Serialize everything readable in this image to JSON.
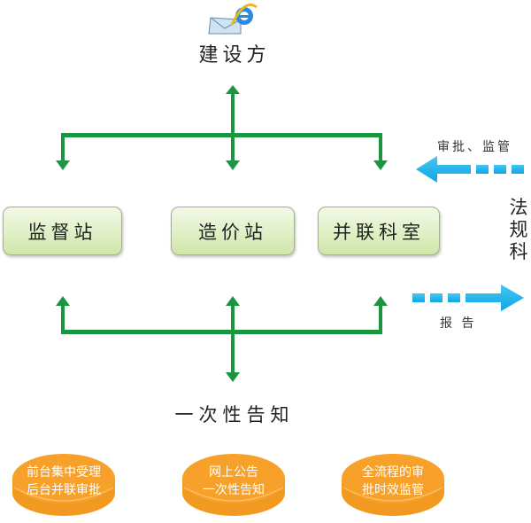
{
  "diagram": {
    "top_node": {
      "label": "建设方",
      "icon": "ie-envelope-icon"
    },
    "stations": [
      {
        "label": "监督站"
      },
      {
        "label": "造价站"
      },
      {
        "label": "并联科室"
      }
    ],
    "legal_dept": {
      "label_chars": [
        "法",
        "规",
        "科"
      ]
    },
    "left_arrow_label": "审批、监管",
    "right_arrow_label": "报 告",
    "notice_label": "一次性告知",
    "discs": [
      {
        "line1": "前台集中受理",
        "line2": "后台并联审批"
      },
      {
        "line1": "网上公告",
        "line2": "一次性告知"
      },
      {
        "line1": "全流程的审",
        "line2": "批时效监管"
      }
    ],
    "colors": {
      "connector_green": "#1a9640",
      "arrow_blue": "#1fb4ea",
      "disc_orange": "#f7a12b",
      "station_fill": "#deefc2"
    }
  }
}
